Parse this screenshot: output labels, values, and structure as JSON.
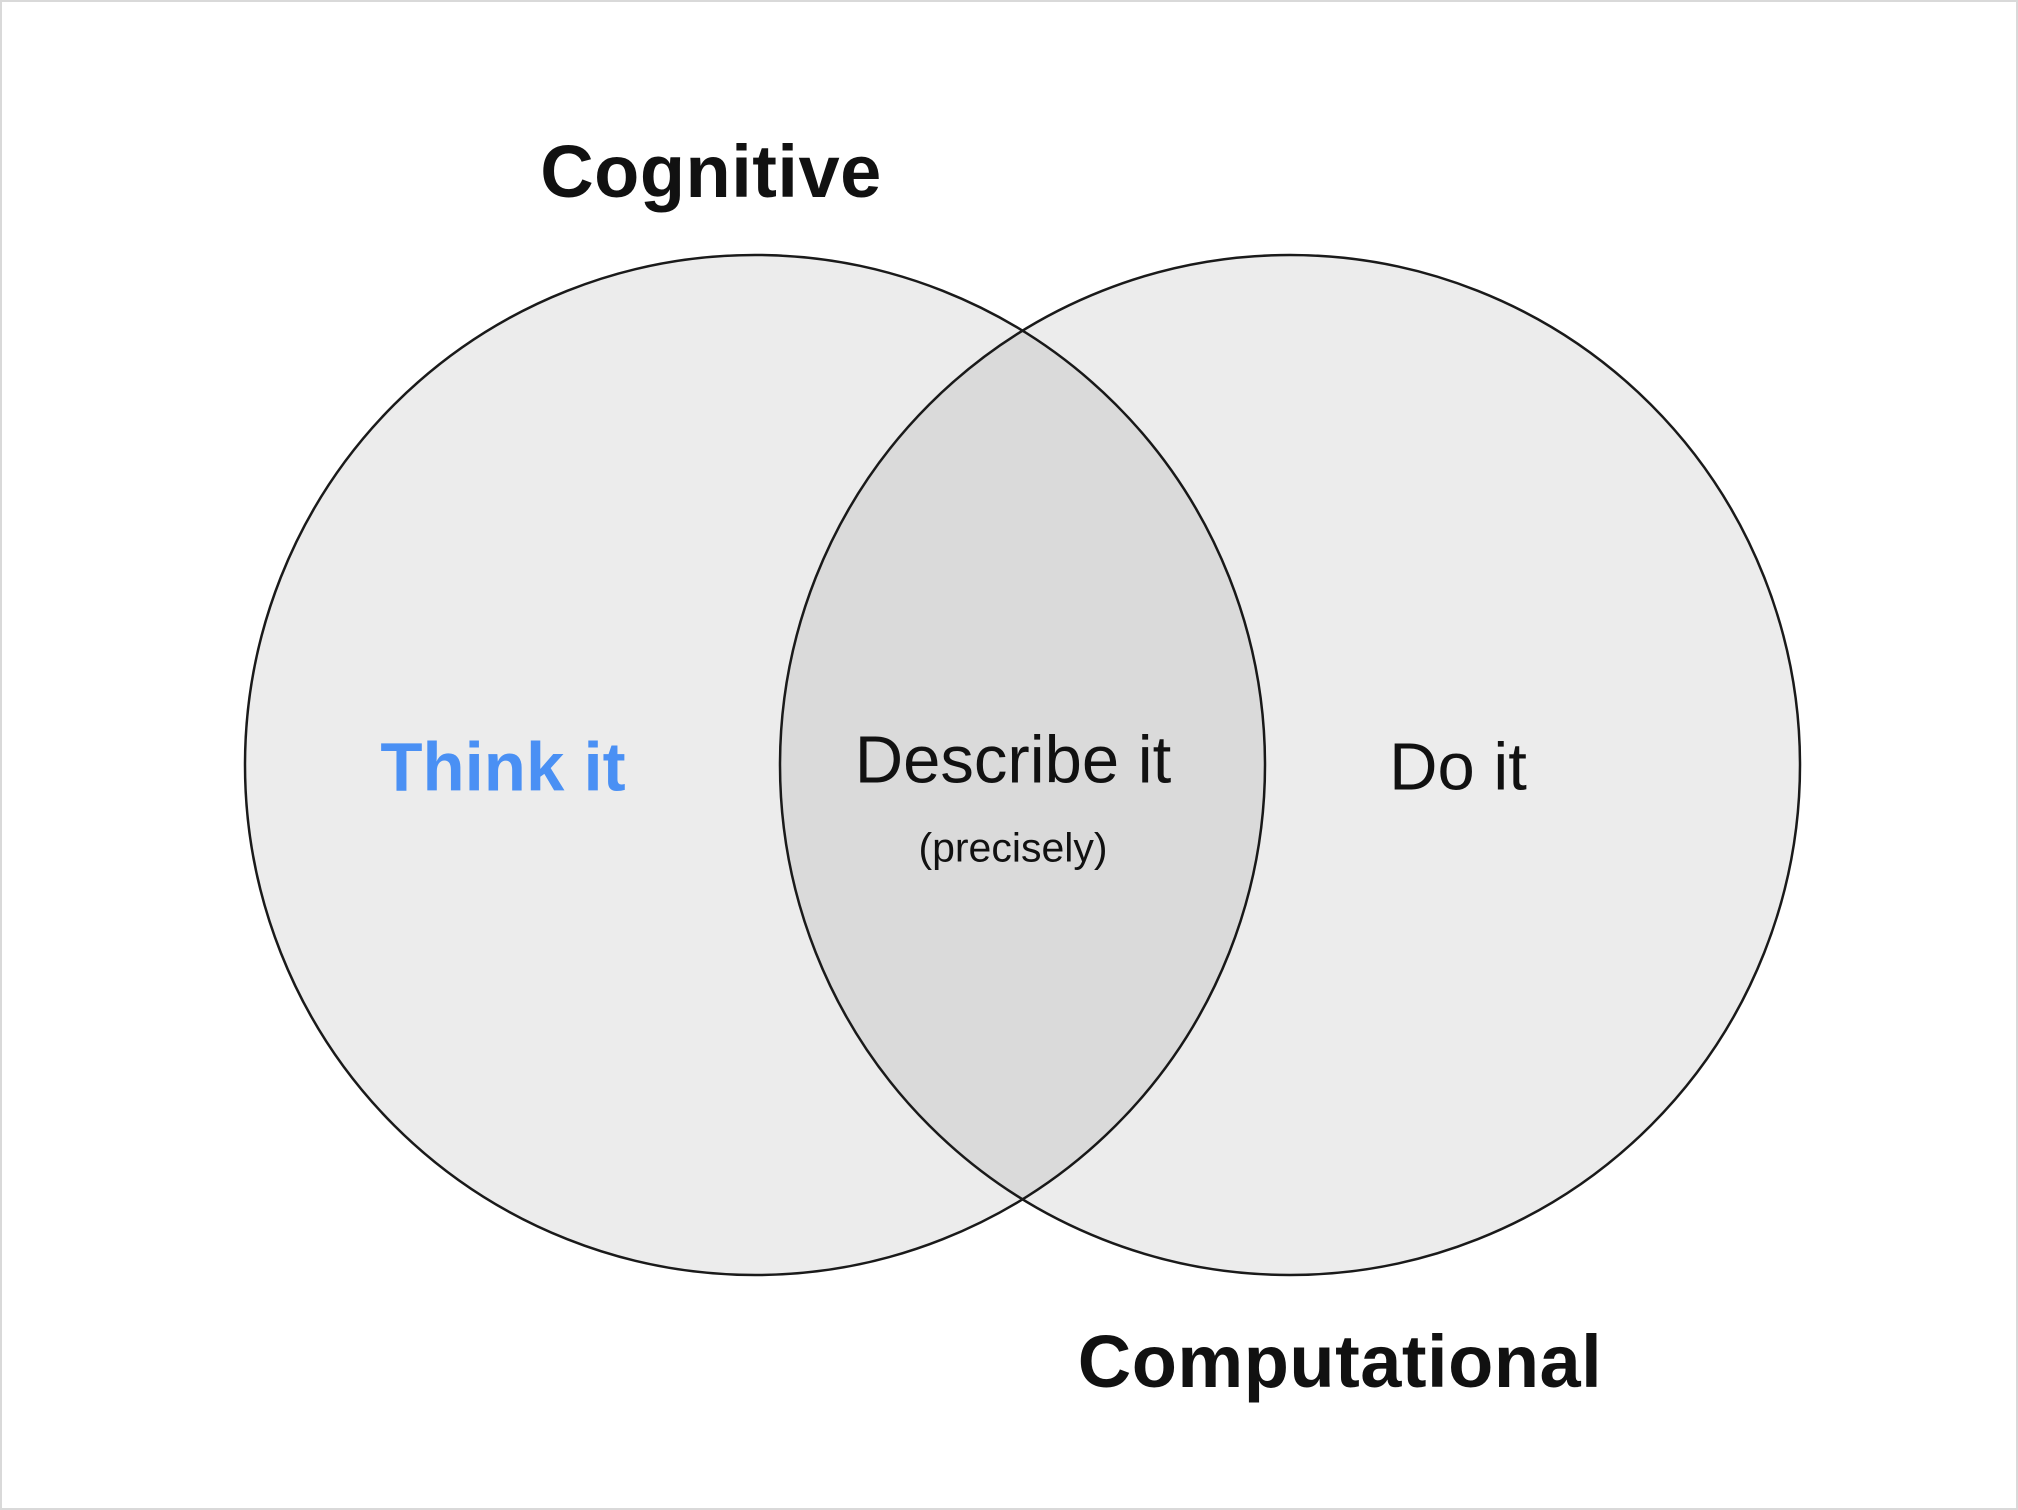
{
  "diagram": {
    "type": "venn",
    "left_circle_title": "Cognitive",
    "right_circle_title": "Computational",
    "left_region_label": "Think it",
    "intersection_label": "Describe it",
    "intersection_sublabel": "(precisely)",
    "right_region_label": "Do it",
    "colors": {
      "left_label_accent": "#4A90F4",
      "text": "#111111",
      "circle_fill_single": "#ececec",
      "circle_fill_overlap": "#dadada",
      "circle_stroke": "#1a1a1a",
      "background": "#ffffff"
    }
  }
}
